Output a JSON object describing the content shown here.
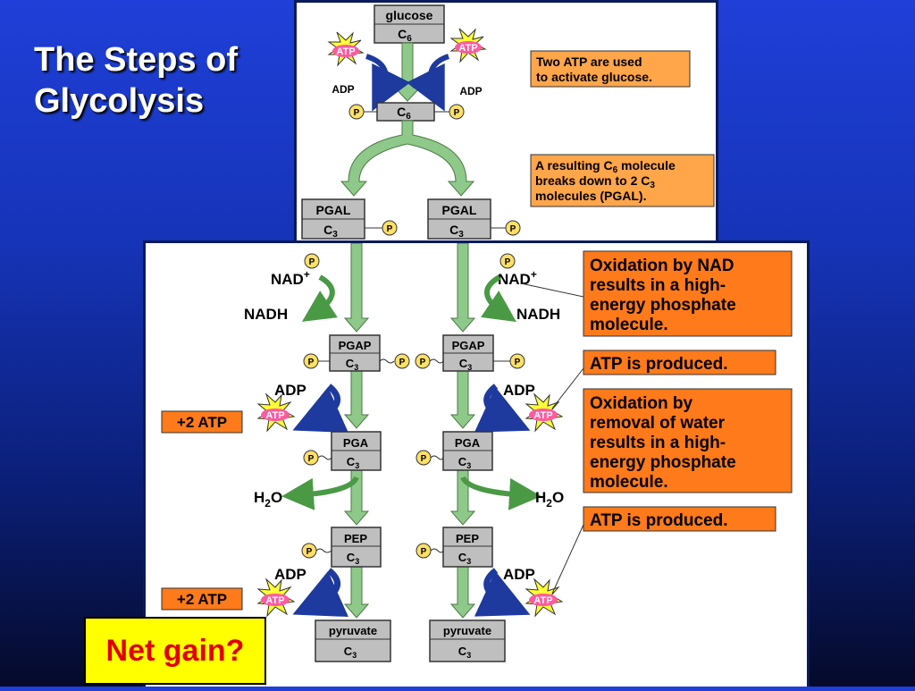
{
  "title": {
    "line1": "The Steps of",
    "line2": "Glycolysis"
  },
  "top": {
    "glucose_label": "glucose",
    "c6": "C",
    "c6_sub": "6",
    "atp": "ATP",
    "adp": "ADP",
    "p": "P",
    "pgal": "PGAL",
    "c3": "C",
    "c3_sub": "3",
    "callout1_line1": "Two ATP are used",
    "callout1_line2": "to activate glucose.",
    "callout2_line1_a": "A resulting C",
    "callout2_line1_sub": "6",
    "callout2_line1_b": " molecule",
    "callout2_line2_a": "breaks down to 2 C",
    "callout2_line2_sub": "3",
    "callout3_line3": "molecules (PGAL)."
  },
  "bottom": {
    "nad": "NAD",
    "nad_plus": "+",
    "nadh": "NADH",
    "pgap": "PGAP",
    "pga": "PGA",
    "pep": "PEP",
    "pyruvate": "pyruvate",
    "c": "C",
    "c_sub": "3",
    "adp": "ADP",
    "atp": "ATP",
    "p": "P",
    "h2o_h": "H",
    "h2o_sub": "2",
    "h2o_o": "O",
    "plus2atp": "+2 ATP",
    "callout_nad": [
      "Oxidation by NAD",
      "results in a high-",
      "energy phosphate",
      "molecule."
    ],
    "callout_atp1": "ATP is produced.",
    "callout_water": [
      "Oxidation by",
      "removal of water",
      "results in a high-",
      "energy phosphate",
      "molecule."
    ],
    "callout_atp2": "ATP is produced."
  },
  "net_gain": "Net gain?",
  "colors": {
    "arrow_green": "#8fc98a",
    "orange": "#ff7a1a",
    "yellow": "#ffff00",
    "blue_arrow": "#1e3a9e",
    "box_gray": "#bfbfbf"
  }
}
